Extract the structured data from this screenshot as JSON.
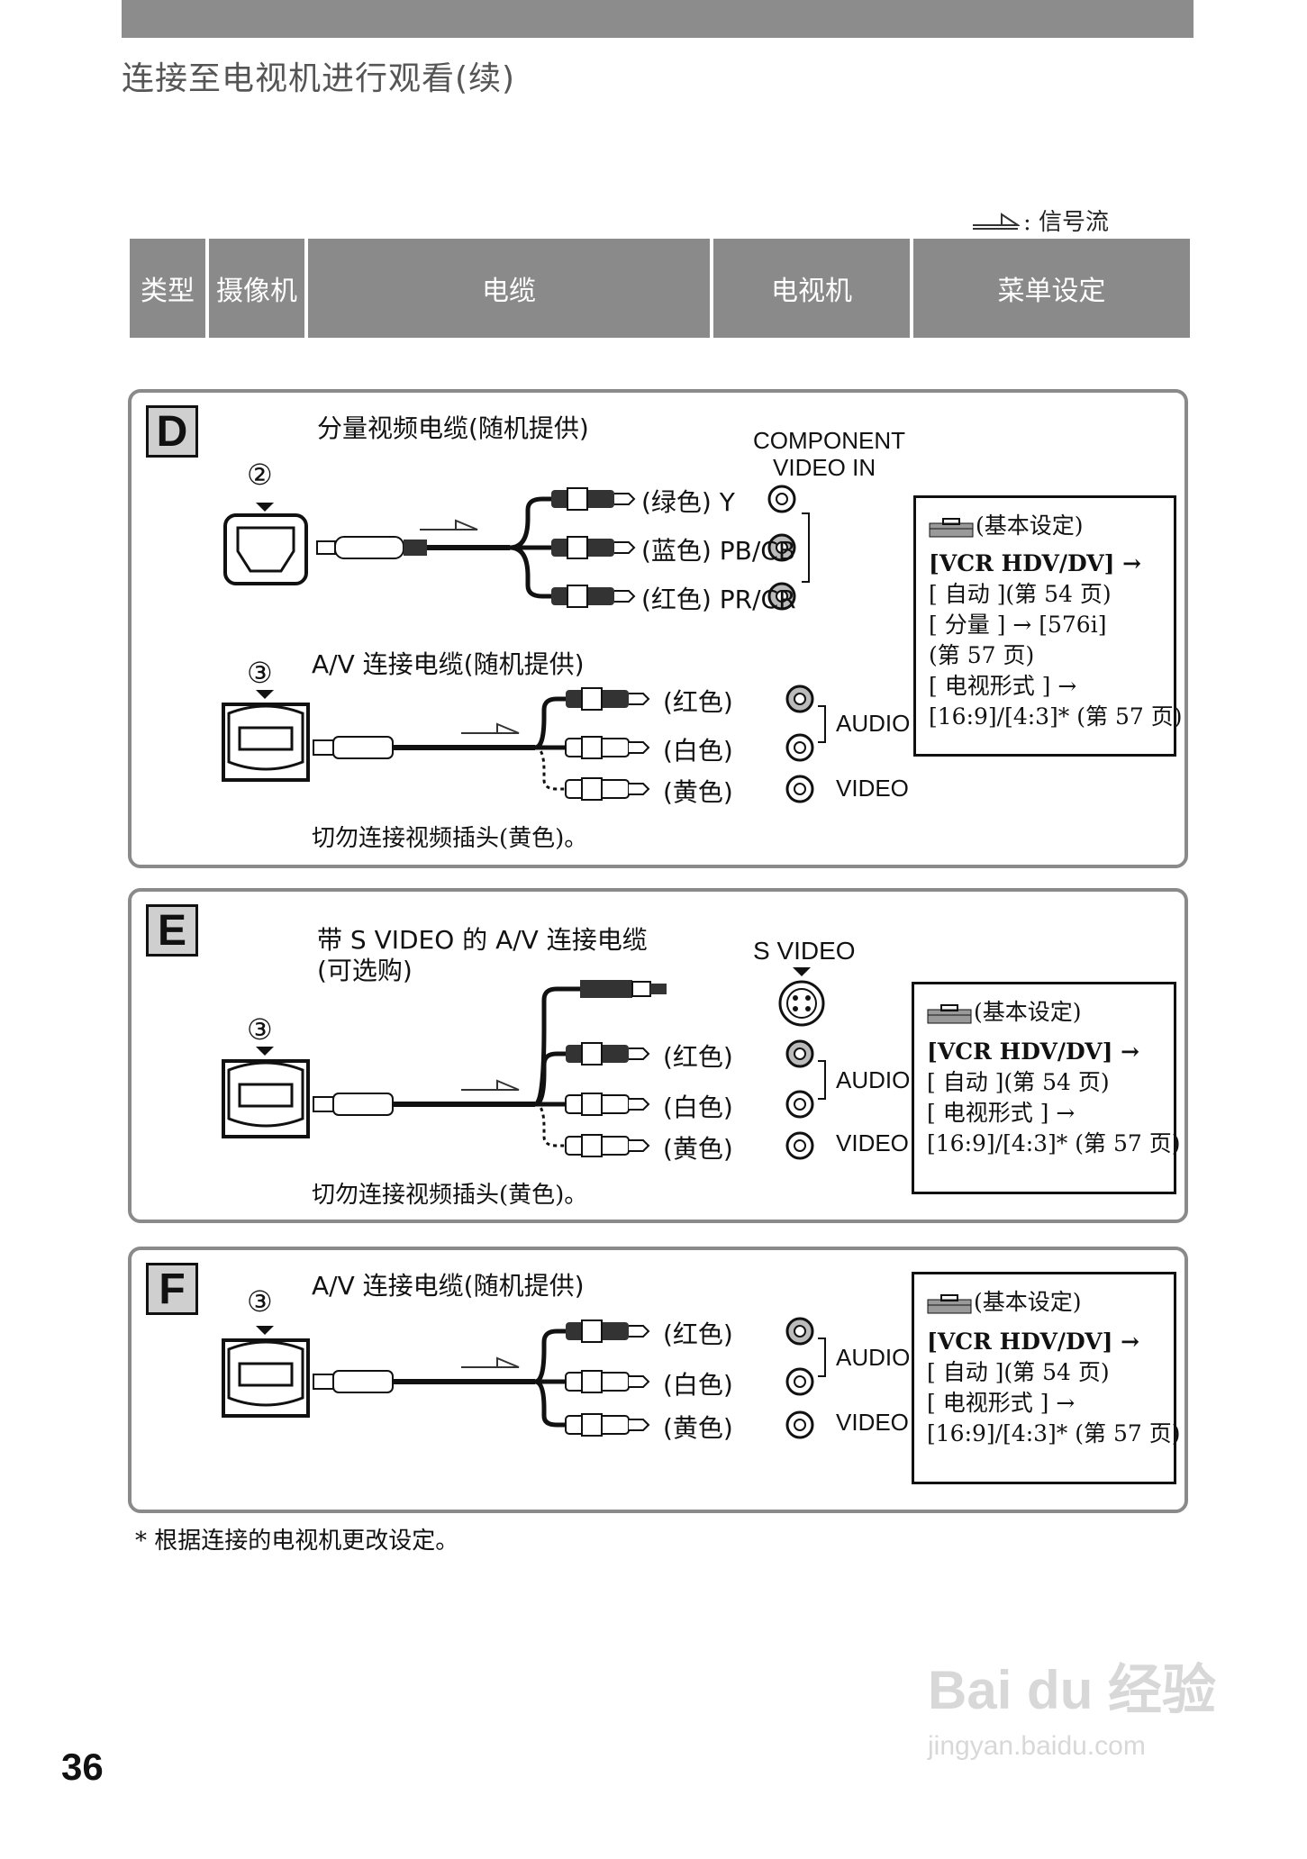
{
  "page": {
    "title": "连接至电视机进行观看(续)",
    "page_number": "36",
    "legend_text": ": 信号流",
    "footnote": "* 根据连接的电视机更改设定。",
    "watermark": "Bai du 经验",
    "watermark_url": "jingyan.baidu.com"
  },
  "header": {
    "type": "类型",
    "camera": "摄像机",
    "cable": "电缆",
    "tv": "电视机",
    "menu": "菜单设定"
  },
  "sections": {
    "d": {
      "letter": "D",
      "jack1": "②",
      "cable1": "分量视频电缆(随机提供)",
      "component_label": "COMPONENT",
      "component_label2": "VIDEO IN",
      "plug_y": "(绿色) Y",
      "plug_pb": "(蓝色) PB/CB",
      "plug_pr": "(红色) PR/CR",
      "jack2": "③",
      "cable2": "A/V 连接电缆(随机提供)",
      "red": "(红色)",
      "white": "(白色)",
      "yellow": "(黄色)",
      "audio": "AUDIO",
      "video": "VIDEO",
      "note": "切勿连接视频插头(黄色)。",
      "menu": {
        "head": "(基本设定)",
        "l1": "[VCR HDV/DV] →",
        "l2": "[ 自动 ](第 54 页)",
        "l3": "[ 分量 ] → [576i]",
        "l4": "(第 57 页)",
        "l5": "[ 电视形式 ] →",
        "l6": "[16:9]/[4:3]* (第 57 页)"
      }
    },
    "e": {
      "letter": "E",
      "cable": "带 S VIDEO 的 A/V 连接电缆",
      "cable_b": "(可选购)",
      "svideo": "S VIDEO",
      "jack": "③",
      "red": "(红色)",
      "white": "(白色)",
      "yellow": "(黄色)",
      "audio": "AUDIO",
      "video": "VIDEO",
      "note": "切勿连接视频插头(黄色)。",
      "menu": {
        "head": "(基本设定)",
        "l1": "[VCR HDV/DV] →",
        "l2": "[ 自动 ](第 54 页)",
        "l3": "[ 电视形式 ] →",
        "l4": "[16:9]/[4:3]* (第 57 页)"
      }
    },
    "f": {
      "letter": "F",
      "jack": "③",
      "cable": "A/V 连接电缆(随机提供)",
      "red": "(红色)",
      "white": "(白色)",
      "yellow": "(黄色)",
      "audio": "AUDIO",
      "video": "VIDEO",
      "menu": {
        "head": "(基本设定)",
        "l1": "[VCR HDV/DV] →",
        "l2": "[ 自动 ](第 54 页)",
        "l3": "[ 电视形式 ] →",
        "l4": "[16:9]/[4:3]* (第 57 页)"
      }
    }
  }
}
